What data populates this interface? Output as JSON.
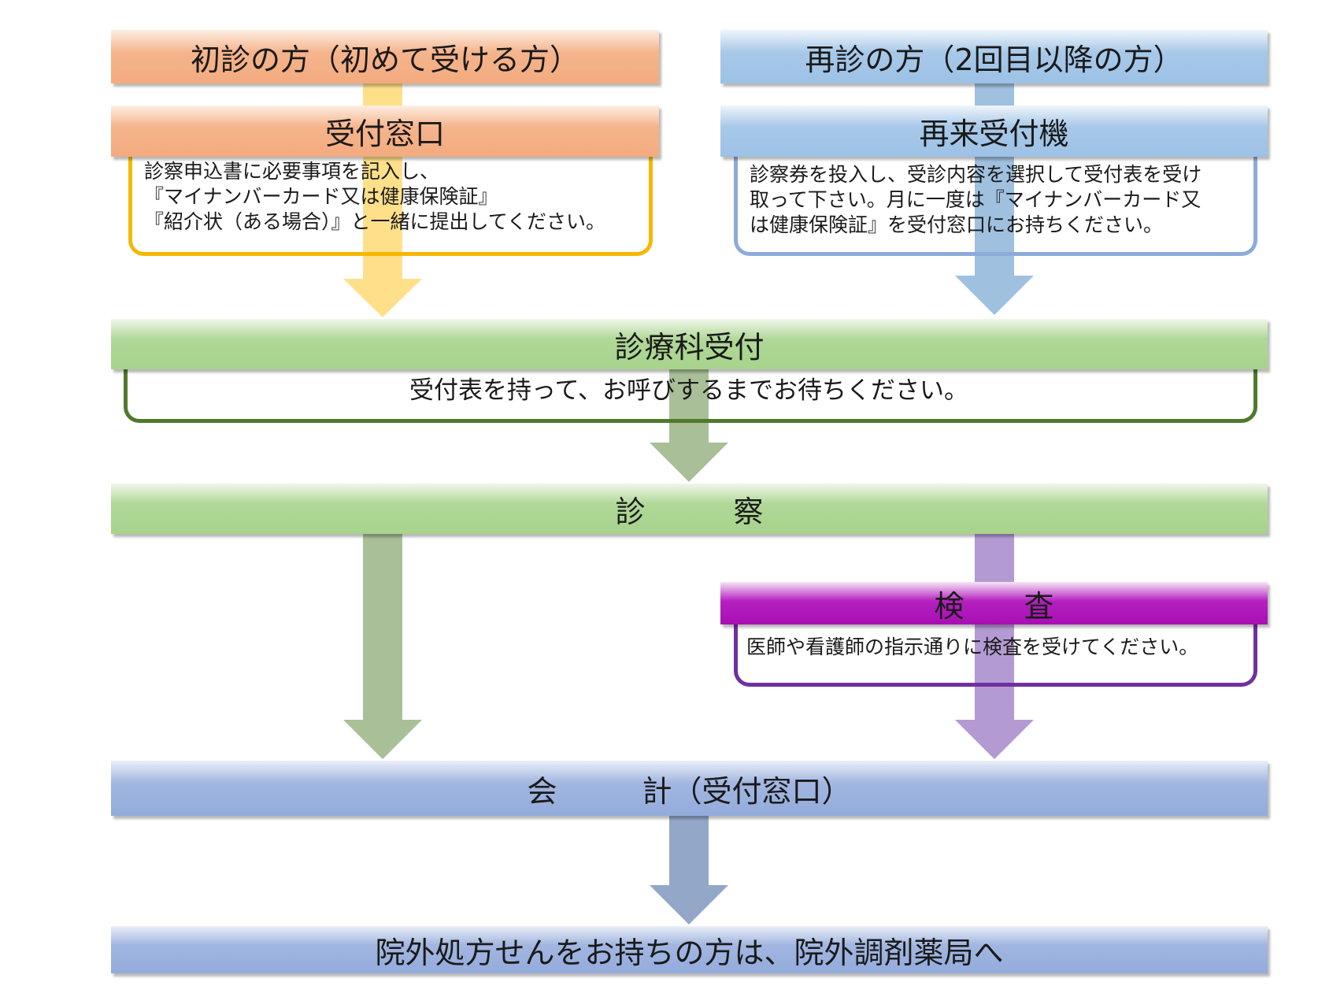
{
  "left_top": {
    "title": "初診の方（初めて受ける方）"
  },
  "right_top": {
    "title": "再診の方（2回目以降の方）"
  },
  "reception_window": {
    "title": "受付窓口",
    "lines": [
      "診察申込書に必要事項を記入し、",
      "『マイナンバーカード又は健康保険証』",
      "『紹介状（ある場合）』と一緒に提出してください。"
    ]
  },
  "revisit_machine": {
    "title": "再来受付機",
    "lines": [
      "診察券を投入し、受診内容を選択して受付表を受け",
      "取って下さい。月に一度は『マイナンバーカード又",
      "は健康保険証』を受付窓口にお持ちください。"
    ]
  },
  "department_reception": {
    "title": "診療科受付",
    "text": "受付表を持って、お呼びするまでお待ちください。"
  },
  "consultation": {
    "title_a": "診",
    "title_b": "察"
  },
  "examination": {
    "title_a": "検",
    "title_b": "査",
    "text": "医師や看護師の指示通りに検査を受けてください。"
  },
  "payment": {
    "title_a": "会",
    "title_b": "計（受付窓口）"
  },
  "pharmacy": {
    "title": "院外処方せんをお持ちの方は、院外調剤薬局へ"
  },
  "colors": {
    "orange": "#f3ab7f",
    "blue": "#9dc2e6",
    "green": "#a7d38c",
    "purple": "#a80fb4",
    "steel": "#93abdc"
  }
}
